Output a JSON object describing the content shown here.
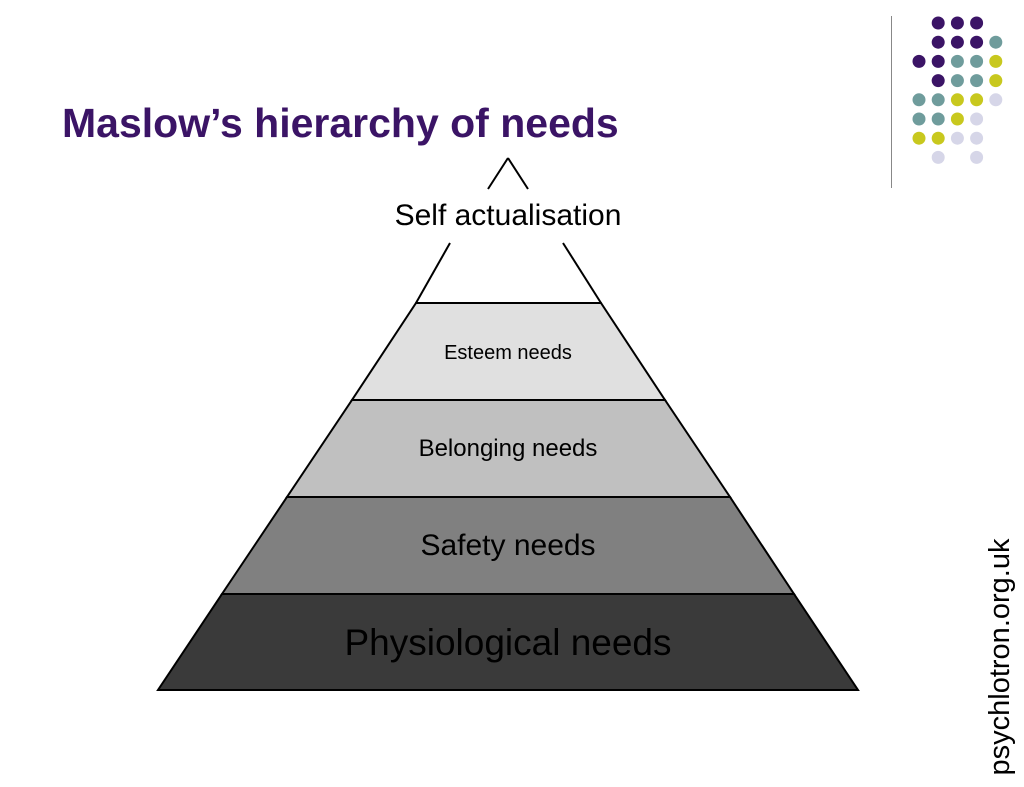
{
  "title": "Maslow’s hierarchy of needs",
  "pyramid": {
    "top_label": "Self actualisation",
    "tiers": [
      {
        "label": "Esteem needs",
        "fill": "#e0e0e0"
      },
      {
        "label": "Belonging needs",
        "fill": "#c0c0c0"
      },
      {
        "label": "Safety needs",
        "fill": "#808080"
      },
      {
        "label": "Physiological needs",
        "fill": "#3a3a3a"
      }
    ]
  },
  "source": "psychlotron.org.uk",
  "colors": {
    "title": "#3b1466",
    "purple": "#3b1466",
    "teal": "#6f9c9c",
    "yellow": "#c8c81e",
    "lavender": "#d6d6e8",
    "outline": "#000000"
  }
}
